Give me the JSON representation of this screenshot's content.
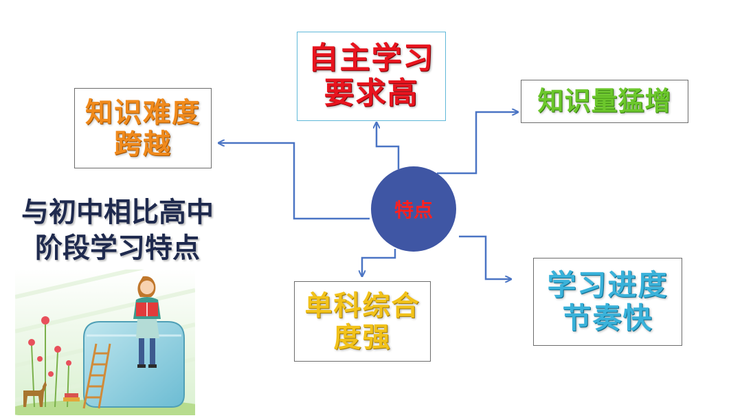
{
  "center_label": "特点",
  "heading": {
    "line1": "与初中相比高中",
    "line2": "阶段学习特点"
  },
  "topics": [
    {
      "line1": "自主学习",
      "line2": "要求高",
      "color": "#e8141e"
    },
    {
      "line1": "知识难度",
      "line2": "跨越",
      "color": "#f08a1c"
    },
    {
      "line1": "知识量猛增",
      "color": "#6cc72c"
    },
    {
      "line1": "单科综合",
      "line2": "度强",
      "color": "#f2c21a"
    },
    {
      "line1": "学习进度",
      "line2": "节奏快",
      "color": "#3ab2da"
    }
  ],
  "connector_color": "#4a74c4",
  "circle_color": "#3f56a4"
}
